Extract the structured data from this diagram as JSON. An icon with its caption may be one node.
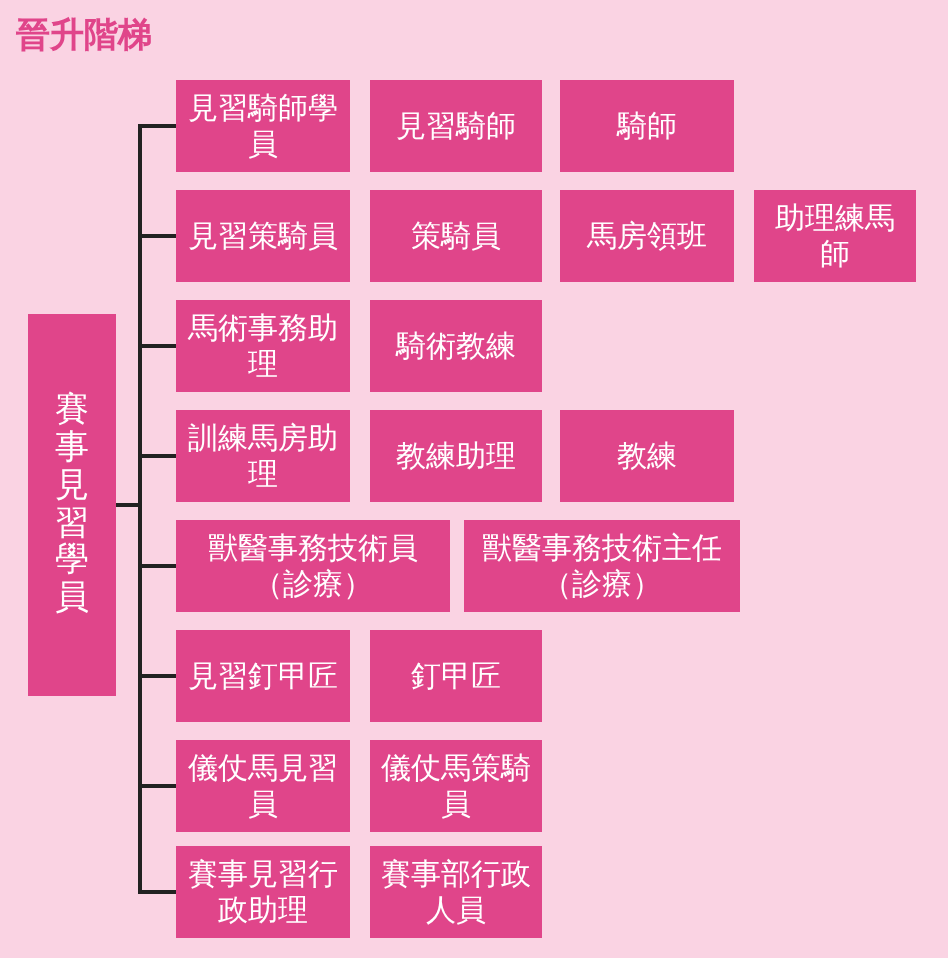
{
  "diagram": {
    "title": "晉升階梯",
    "nodes": [
      {
        "text": [
          "賽事見習學員"
        ]
      },
      {
        "text": [
          "見習騎師學員"
        ]
      },
      {
        "text": [
          "見習騎師"
        ]
      },
      {
        "text": [
          "騎師"
        ]
      },
      {
        "text": [
          "見習策騎員"
        ]
      },
      {
        "text": [
          "策騎員"
        ]
      },
      {
        "text": [
          "馬房領班"
        ]
      },
      {
        "text": [
          "助理練馬師"
        ]
      },
      {
        "text": [
          "馬術事務助理"
        ]
      },
      {
        "text": [
          "騎術教練"
        ]
      },
      {
        "text": [
          "訓練馬房助理"
        ]
      },
      {
        "text": [
          "教練助理"
        ]
      },
      {
        "text": [
          "教練"
        ]
      },
      {
        "text": [
          "獸醫事務技術員（診療）"
        ]
      },
      {
        "text": [
          "獸醫事務技術主任（診療）"
        ]
      },
      {
        "text": [
          "見習釘甲匠"
        ]
      },
      {
        "text": [
          "釘甲匠"
        ]
      },
      {
        "text": [
          "儀仗馬見習員"
        ]
      },
      {
        "text": [
          "儀仗馬策騎員"
        ]
      },
      {
        "text": [
          "賽事見習行政助理"
        ]
      },
      {
        "text": [
          "賽事部行政人員"
        ]
      }
    ],
    "edges": [
      {
        "from": 0,
        "to": 1,
        "arrow": "none"
      },
      {
        "from": 0,
        "to": 4,
        "arrow": "none"
      },
      {
        "from": 0,
        "to": 8,
        "arrow": "none"
      },
      {
        "from": 0,
        "to": 10,
        "arrow": "none"
      },
      {
        "from": 0,
        "to": 13,
        "arrow": "none"
      },
      {
        "from": 0,
        "to": 15,
        "arrow": "none"
      },
      {
        "from": 0,
        "to": 17,
        "arrow": "none"
      },
      {
        "from": 0,
        "to": 19,
        "arrow": "none"
      }
    ]
  }
}
